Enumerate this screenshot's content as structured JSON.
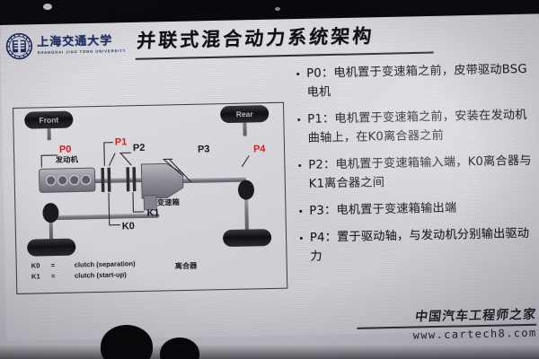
{
  "slide": {
    "title": "并联式混合动力系统架构",
    "org_logo": {
      "name_cn": "上海交通大学",
      "name_en": "SHANGHAI  JIAO TONG  UNIVERSITY"
    }
  },
  "bullets": [
    {
      "key": "P0",
      "label": "P0：",
      "text": "电机置于变速箱之前，皮带驱动BSG电机"
    },
    {
      "key": "P1",
      "label": "P1：",
      "text": "电机置于变速箱之前，安装在发动机曲轴上，在K0离合器之前"
    },
    {
      "key": "P2",
      "label": "P2：",
      "text": "电机置于变速箱输入端，K0离合器与K1离合器之间"
    },
    {
      "key": "P3",
      "label": "P3：",
      "text": "电机置于变速箱输出端"
    },
    {
      "key": "P4",
      "label": "P4：",
      "text": "置于驱动轴，与发动机分别输出驱动力"
    }
  ],
  "diagram": {
    "wheel_front_label": "Front",
    "wheel_rear_label": "Rear",
    "engine_label": "发动机",
    "transmission_label": "变速箱",
    "clutch_group_label": "离合器",
    "markers": [
      {
        "id": "P0",
        "text": "P0",
        "color": "#e01b18"
      },
      {
        "id": "P1",
        "text": "P1",
        "color": "#e01b18"
      },
      {
        "id": "P2",
        "text": "P2",
        "color": "#17171c"
      },
      {
        "id": "P3",
        "text": "P3",
        "color": "#17171c"
      },
      {
        "id": "P4",
        "text": "P4",
        "color": "#e01b18"
      },
      {
        "id": "K0",
        "text": "K0",
        "color": "#17171c"
      },
      {
        "id": "K1",
        "text": "K1",
        "color": "#17171c"
      }
    ],
    "legend": [
      {
        "key": "K0",
        "eq": "=",
        "desc": "clutch (separation)"
      },
      {
        "key": "K1",
        "eq": "=",
        "desc": "clutch (start-up)"
      }
    ]
  },
  "watermark": {
    "site_cn": "中国汽车工程师之家",
    "url": "www.cartech8.com"
  },
  "colors": {
    "accent_red": "#e01b18",
    "logo_blue": "#1c2f63",
    "ink": "#111116"
  }
}
